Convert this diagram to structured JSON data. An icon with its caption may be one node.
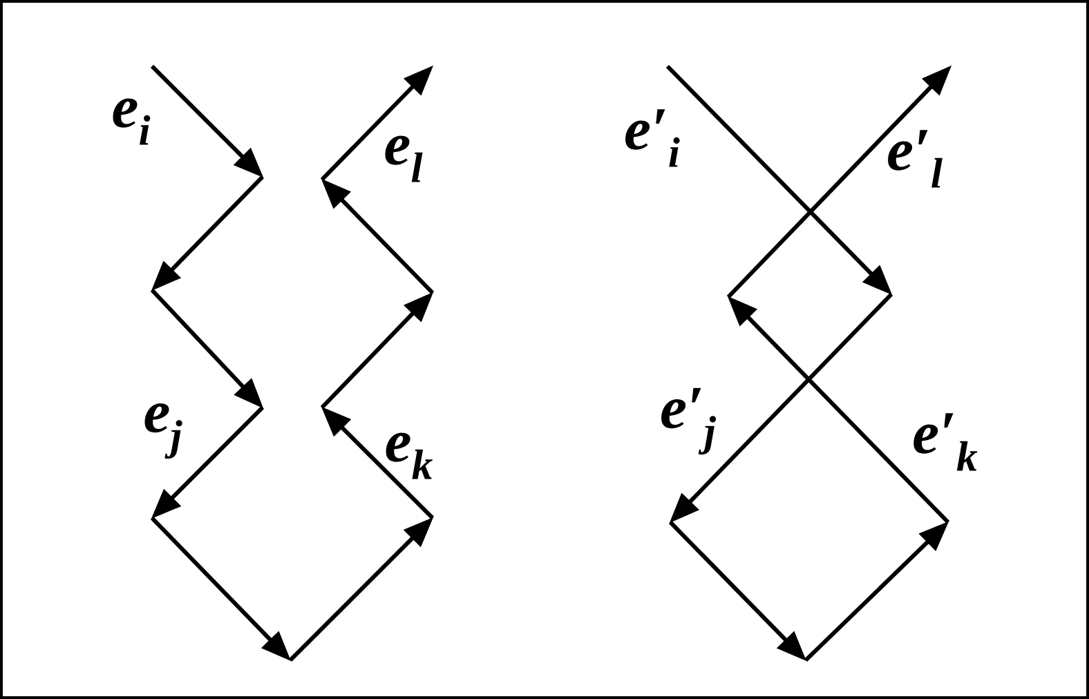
{
  "diagram": {
    "labels": [
      "e$_{i}$",
      "e$_{l}$",
      "e′$_{i}$",
      "e′$_{l}$",
      "e$_{j}$",
      "e$_{k}$",
      "e′$_{j}$",
      "e′$_{k}$"
    ]
  }
}
